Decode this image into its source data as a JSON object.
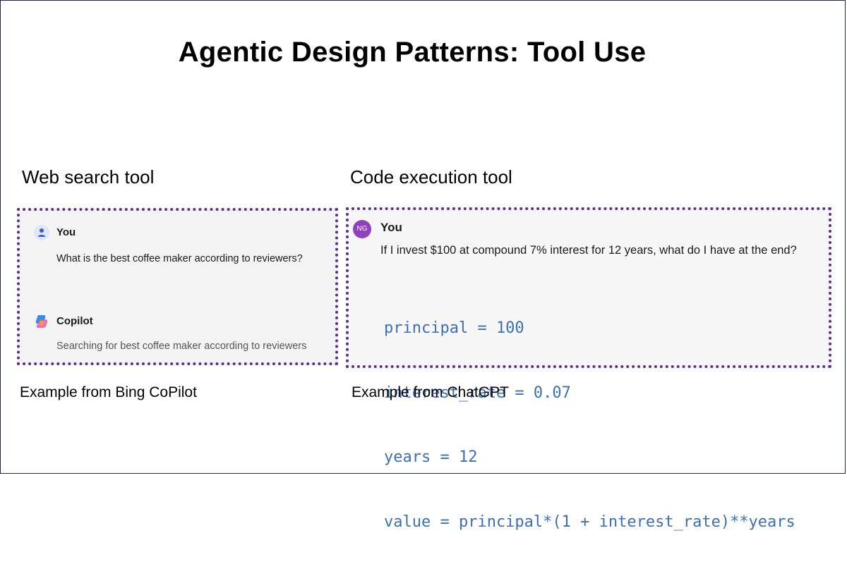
{
  "slide": {
    "title": "Agentic Design Patterns: Tool Use"
  },
  "left": {
    "label": "Web search tool",
    "caption": "Example from Bing CoPilot",
    "user_name": "You",
    "user_message": "What is the best coffee maker according to reviewers?",
    "assistant_name": "Copilot",
    "assistant_status": "Searching for best coffee maker according to reviewers"
  },
  "right": {
    "label": "Code execution tool",
    "caption": "Example from ChatGPT",
    "user_initials": "NG",
    "user_name": "You",
    "user_message": "If I invest $100 at compound 7% interest for 12 years, what do I have at the end?",
    "code_lines": [
      "principal = 100",
      "interest_rate = 0.07",
      "years = 12",
      "value = principal*(1 + interest_rate)**years"
    ]
  },
  "colors": {
    "dotted_border": "#5e2a91",
    "code_text": "#3d6fb8",
    "ng_avatar": "#8f3fbf"
  },
  "icons": [
    "user-icon",
    "copilot-logo-icon"
  ]
}
